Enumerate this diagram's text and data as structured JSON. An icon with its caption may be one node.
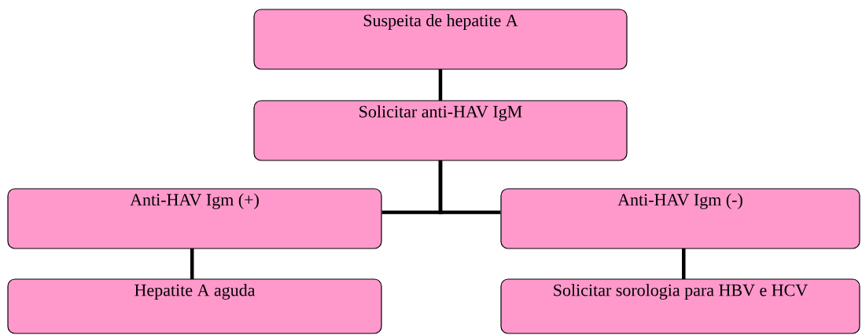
{
  "diagram": {
    "nodes": [
      {
        "text": [
          "Suspeita de hepatite A"
        ]
      },
      {
        "text": [
          "Solicitar anti-HAV IgM"
        ]
      },
      {
        "text": [
          "Anti-HAV Igm (+)"
        ]
      },
      {
        "text": [
          "Anti-HAV Igm (-)"
        ]
      },
      {
        "text": [
          "Hepatite A aguda"
        ]
      },
      {
        "text": [
          "Solicitar sorologia para HBV e HCV"
        ]
      }
    ],
    "edges": [
      {
        "from": 0,
        "to": 1,
        "arrow": "none"
      },
      {
        "from": 1,
        "to": 2,
        "arrow": "none"
      },
      {
        "from": 1,
        "to": 3,
        "arrow": "none"
      },
      {
        "from": 2,
        "to": 4,
        "arrow": "none"
      },
      {
        "from": 3,
        "to": 5,
        "arrow": "none"
      }
    ]
  }
}
